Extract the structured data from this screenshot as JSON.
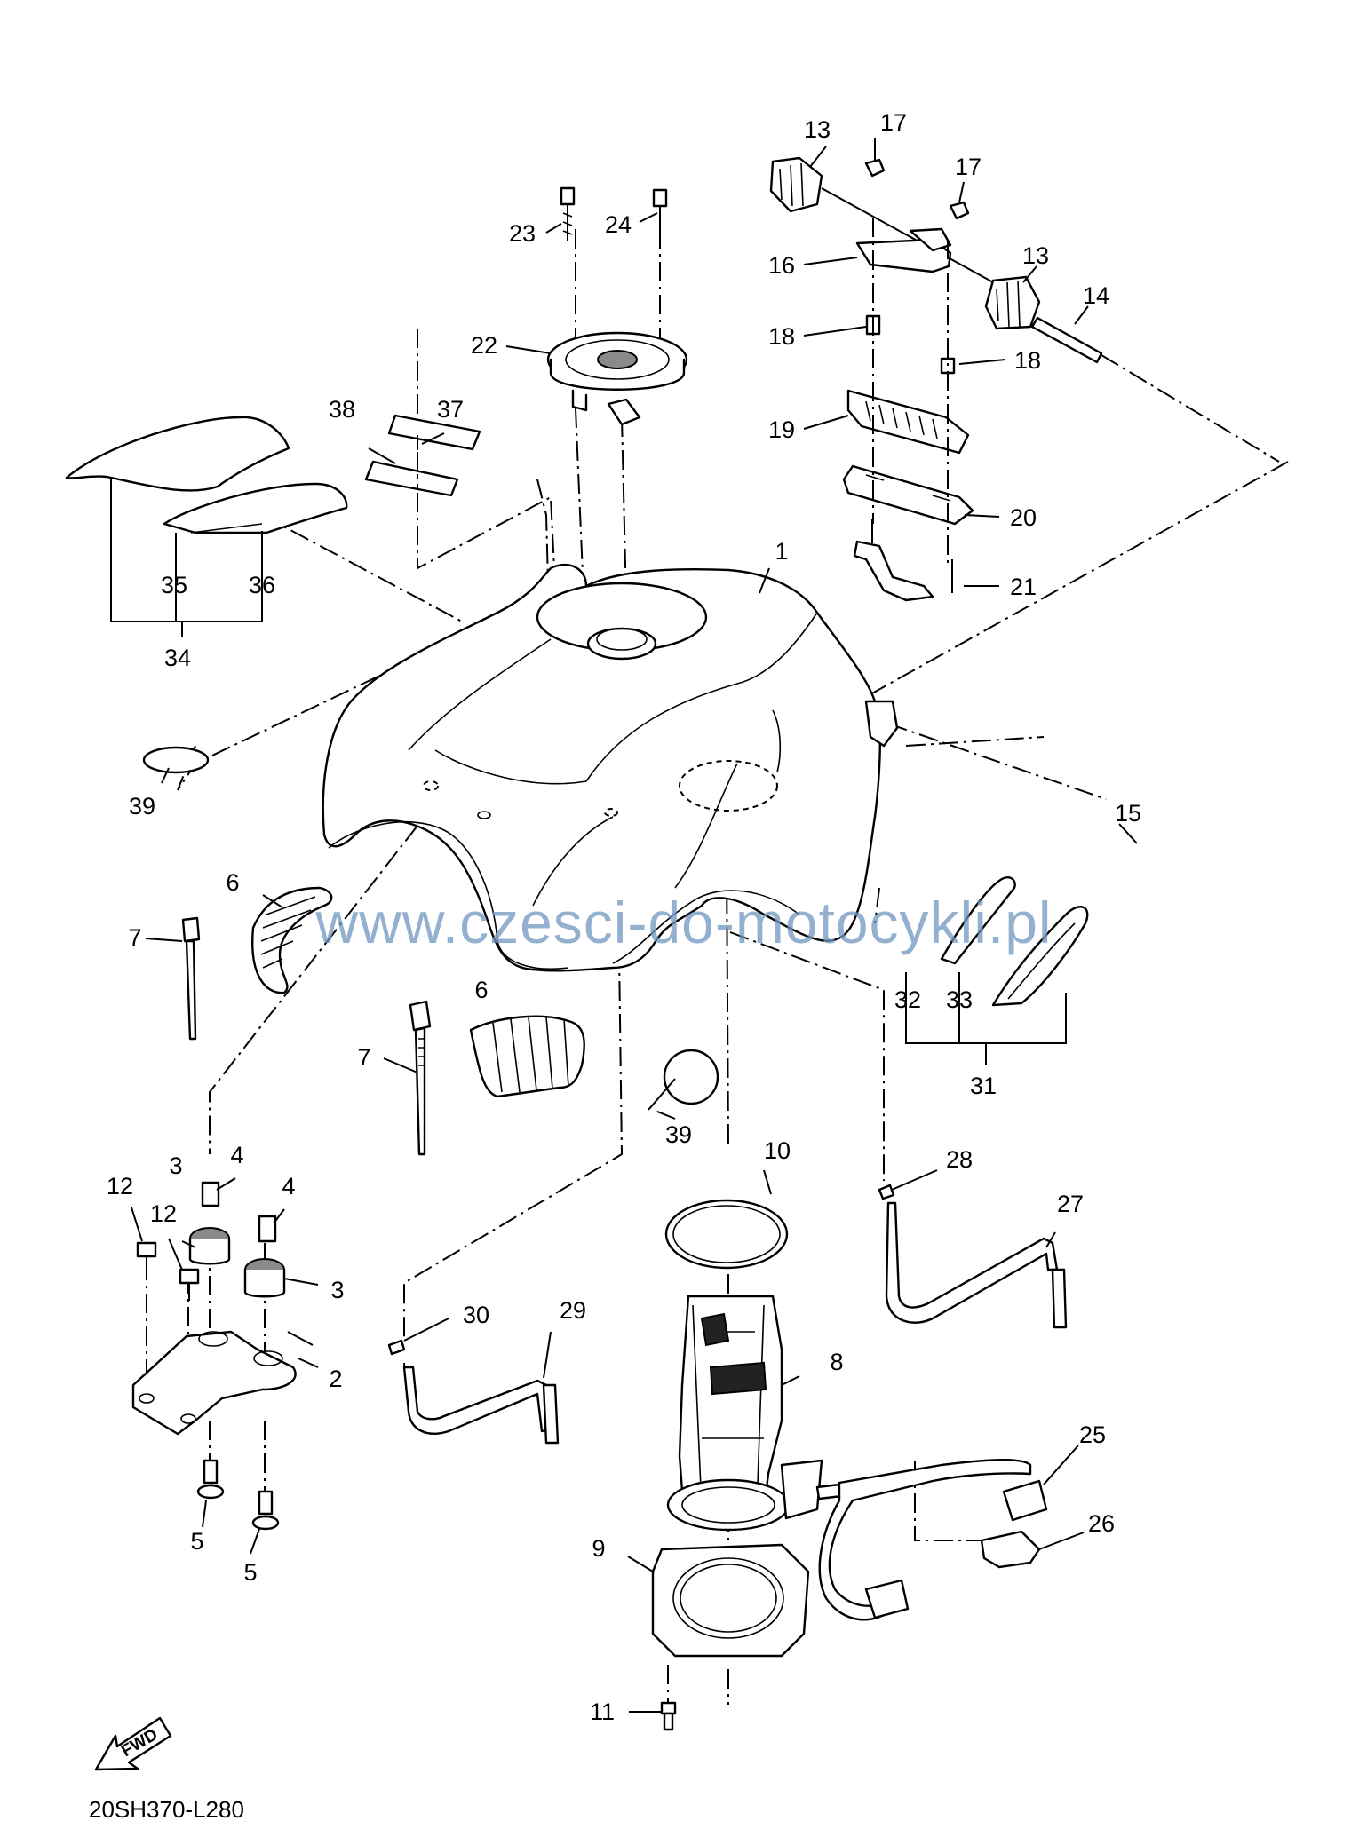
{
  "callouts": [
    {
      "id": "c1",
      "text": "1"
    },
    {
      "id": "c2",
      "text": "2"
    },
    {
      "id": "c3a",
      "text": "3"
    },
    {
      "id": "c3b",
      "text": "3"
    },
    {
      "id": "c4a",
      "text": "4"
    },
    {
      "id": "c4b",
      "text": "4"
    },
    {
      "id": "c5a",
      "text": "5"
    },
    {
      "id": "c5b",
      "text": "5"
    },
    {
      "id": "c6a",
      "text": "6"
    },
    {
      "id": "c6b",
      "text": "6"
    },
    {
      "id": "c7a",
      "text": "7"
    },
    {
      "id": "c7b",
      "text": "7"
    },
    {
      "id": "c8",
      "text": "8"
    },
    {
      "id": "c9",
      "text": "9"
    },
    {
      "id": "c10",
      "text": "10"
    },
    {
      "id": "c11",
      "text": "11"
    },
    {
      "id": "c12a",
      "text": "12"
    },
    {
      "id": "c12b",
      "text": "12"
    },
    {
      "id": "c13a",
      "text": "13"
    },
    {
      "id": "c13b",
      "text": "13"
    },
    {
      "id": "c14",
      "text": "14"
    },
    {
      "id": "c15",
      "text": "15"
    },
    {
      "id": "c16",
      "text": "16"
    },
    {
      "id": "c17a",
      "text": "17"
    },
    {
      "id": "c17b",
      "text": "17"
    },
    {
      "id": "c18a",
      "text": "18"
    },
    {
      "id": "c18b",
      "text": "18"
    },
    {
      "id": "c19",
      "text": "19"
    },
    {
      "id": "c20",
      "text": "20"
    },
    {
      "id": "c21",
      "text": "21"
    },
    {
      "id": "c22",
      "text": "22"
    },
    {
      "id": "c23",
      "text": "23"
    },
    {
      "id": "c24",
      "text": "24"
    },
    {
      "id": "c25",
      "text": "25"
    },
    {
      "id": "c26",
      "text": "26"
    },
    {
      "id": "c27",
      "text": "27"
    },
    {
      "id": "c28",
      "text": "28"
    },
    {
      "id": "c29",
      "text": "29"
    },
    {
      "id": "c30",
      "text": "30"
    },
    {
      "id": "c31",
      "text": "31"
    },
    {
      "id": "c32",
      "text": "32"
    },
    {
      "id": "c33",
      "text": "33"
    },
    {
      "id": "c34",
      "text": "34"
    },
    {
      "id": "c35",
      "text": "35"
    },
    {
      "id": "c36",
      "text": "36"
    },
    {
      "id": "c37",
      "text": "37"
    },
    {
      "id": "c38",
      "text": "38"
    },
    {
      "id": "c39a",
      "text": "39"
    },
    {
      "id": "c39b",
      "text": "39"
    }
  ],
  "watermark": "www.czesci-do-motocykli.pl",
  "fwd_label": "FWD",
  "diagram_code": "20SH370-L280"
}
